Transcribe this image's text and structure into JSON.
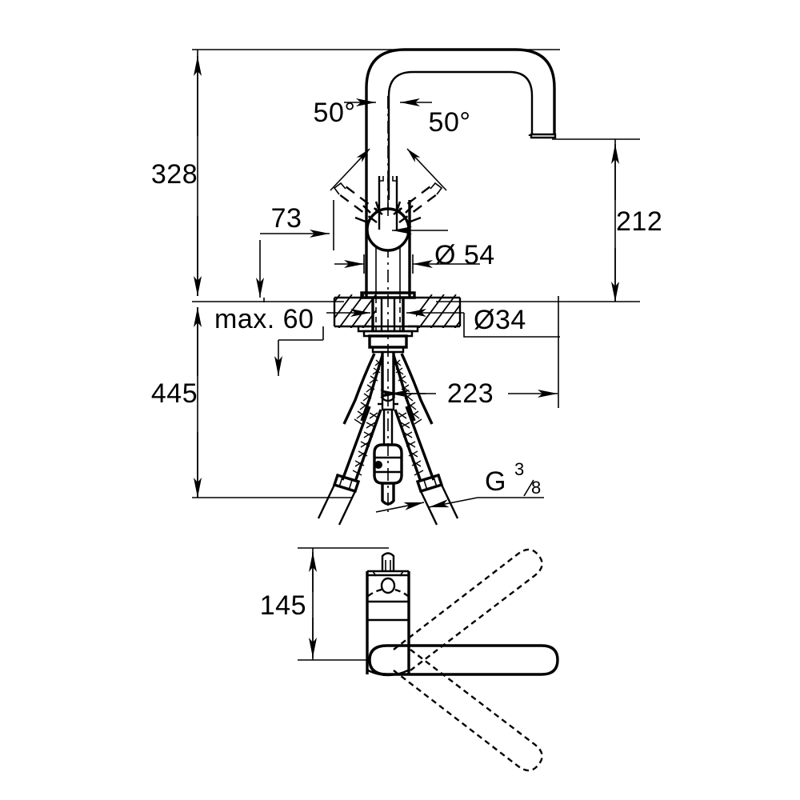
{
  "drawing": {
    "title": "Kitchen mixer tap dimensional drawing",
    "background_color": "#ffffff",
    "line_color": "#000000",
    "units": "mm",
    "views": [
      {
        "name": "elevation-view",
        "label": ""
      },
      {
        "name": "plan-view",
        "label": ""
      }
    ]
  },
  "dimensions": {
    "total_height": "328",
    "overall_height": "445",
    "spout_height": "212",
    "handle_offset": "73",
    "body_diameter": "Ø 54",
    "hole_diameter": "Ø34",
    "max_thickness": "max. 60",
    "reach": "223",
    "swivel_left": "50°",
    "swivel_right": "50°",
    "thread_prefix": "G",
    "thread_numerator": "3",
    "thread_denominator": "8",
    "plan_offset": "145"
  },
  "labels": {
    "dim_328": "328",
    "dim_445": "445",
    "dim_212": "212",
    "dim_73": "73",
    "dim_d54": "Ø 54",
    "dim_d34": "Ø34",
    "dim_max60": "max. 60",
    "dim_223": "223",
    "angle_left": "50°",
    "angle_right": "50°",
    "thread_g": "G",
    "thread_num": "3",
    "thread_den": "8",
    "dim_145": "145"
  },
  "colors": {
    "stroke": "#000000",
    "background": "#ffffff"
  }
}
